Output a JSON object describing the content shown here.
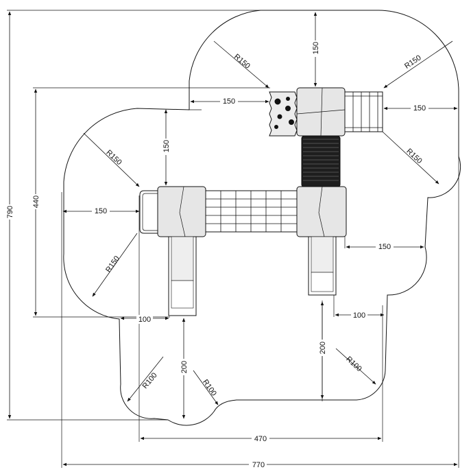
{
  "dimensions": {
    "overall_width": "770",
    "overall_height": "790",
    "inner_width": "470",
    "inner_height": "440",
    "top_clearance": "150",
    "platform_gap": "150",
    "left_clearance": "150",
    "right_clearance": "150",
    "upper_right_clearance": "150",
    "vertical_left": "150",
    "slide_left_offset": "100",
    "slide_right_offset": "100",
    "slide_left_run": "200",
    "slide_right_run": "200"
  },
  "radii": {
    "r_top_left": "R150",
    "r_top_right": "R150",
    "r_upper_right": "R150",
    "r_mid_left": "R150",
    "r_lower_left": "R150",
    "r_bottom_left_a": "R100",
    "r_bottom_left_b": "R100",
    "r_bottom_right": "R100"
  },
  "colors": {
    "line": "#111111",
    "platform_fill": "#e6e6e6",
    "tube_fill": "#1e1e1e"
  }
}
